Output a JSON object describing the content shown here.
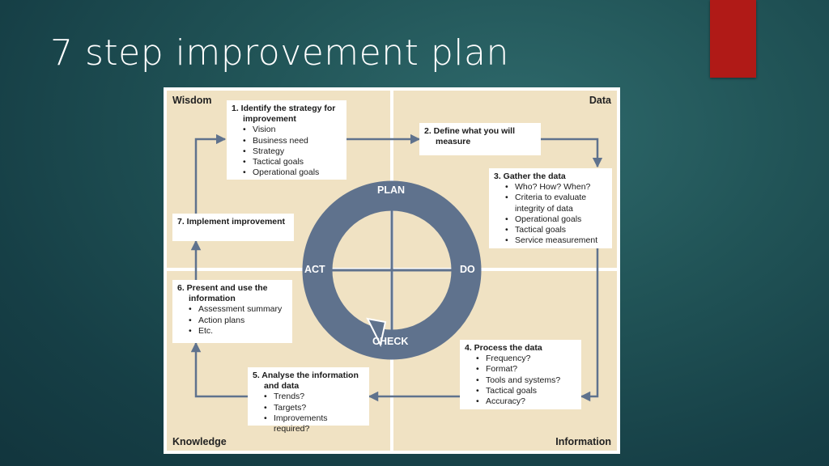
{
  "slide": {
    "title": "7 step improvement plan"
  },
  "colors": {
    "background": "#1c4a50",
    "accent": "#b01a17",
    "quadrant_fill": "#f0e2c3",
    "cycle": "#5f728d",
    "arrow": "#5f728d"
  },
  "diagram": {
    "corners": {
      "top_left": "Wisdom",
      "top_right": "Data",
      "bottom_left": "Knowledge",
      "bottom_right": "Information"
    },
    "cycle_labels": {
      "plan": "PLAN",
      "do": "DO",
      "check": "CHECK",
      "act": "ACT"
    },
    "steps": [
      {
        "title": "1. Identify the strategy for improvement",
        "items": [
          "Vision",
          "Business need",
          "Strategy",
          "Tactical goals",
          "Operational goals"
        ]
      },
      {
        "title": "2. Define what you will measure",
        "items": []
      },
      {
        "title": "3. Gather the data",
        "items": [
          "Who? How? When?",
          "Criteria to evaluate integrity of data",
          "Operational goals",
          "Tactical goals",
          "Service measurement"
        ]
      },
      {
        "title": "4. Process the data",
        "items": [
          "Frequency?",
          "Format?",
          "Tools and systems?",
          "Tactical goals",
          "Accuracy?"
        ]
      },
      {
        "title": "5. Analyse the information and data",
        "items": [
          "Trends?",
          "Targets?",
          "Improvements required?"
        ]
      },
      {
        "title": "6. Present and use the information",
        "items": [
          "Assessment summary",
          "Action plans",
          "Etc."
        ]
      },
      {
        "title": "7. Implement improvement",
        "items": []
      }
    ]
  }
}
